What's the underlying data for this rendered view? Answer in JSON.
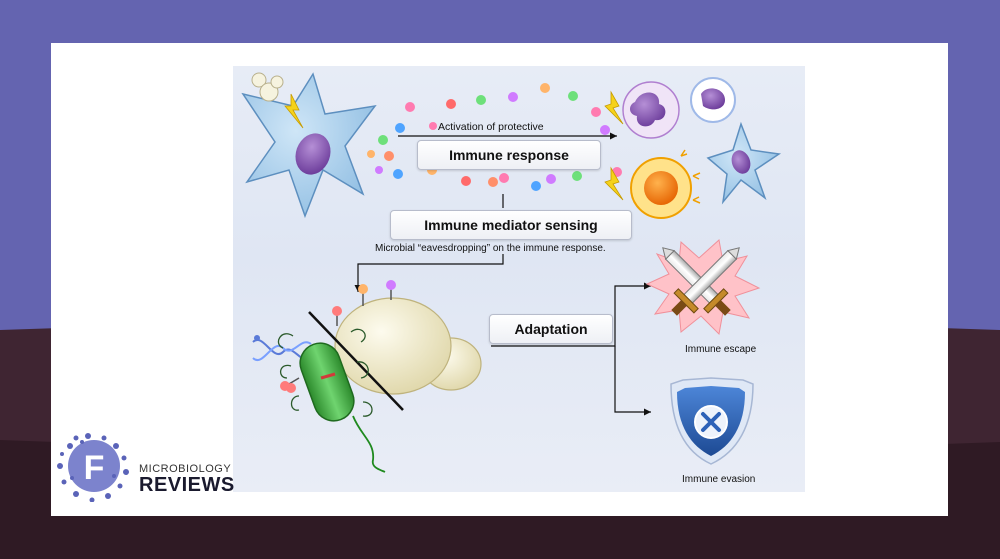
{
  "diagram": {
    "activation_label": "Activation of protective",
    "immune_response_label": "Immune response",
    "mediator_sensing_label": "Immune mediator sensing",
    "eavesdropping_label": "Microbial “eavesdropping” on the immune response.",
    "adaptation_label": "Adaptation",
    "immune_escape_label": "Immune escape",
    "immune_evasion_label": "Immune evasion"
  },
  "logo": {
    "letter": "F",
    "line1": "MICROBIOLOGY",
    "line2": "REVIEWS"
  },
  "colors": {
    "frame": "#6464b0",
    "ground": "#3f2532",
    "shield": "#2d62b8",
    "bacterium": "#3aa63a",
    "yeast": "#efe9c9"
  }
}
